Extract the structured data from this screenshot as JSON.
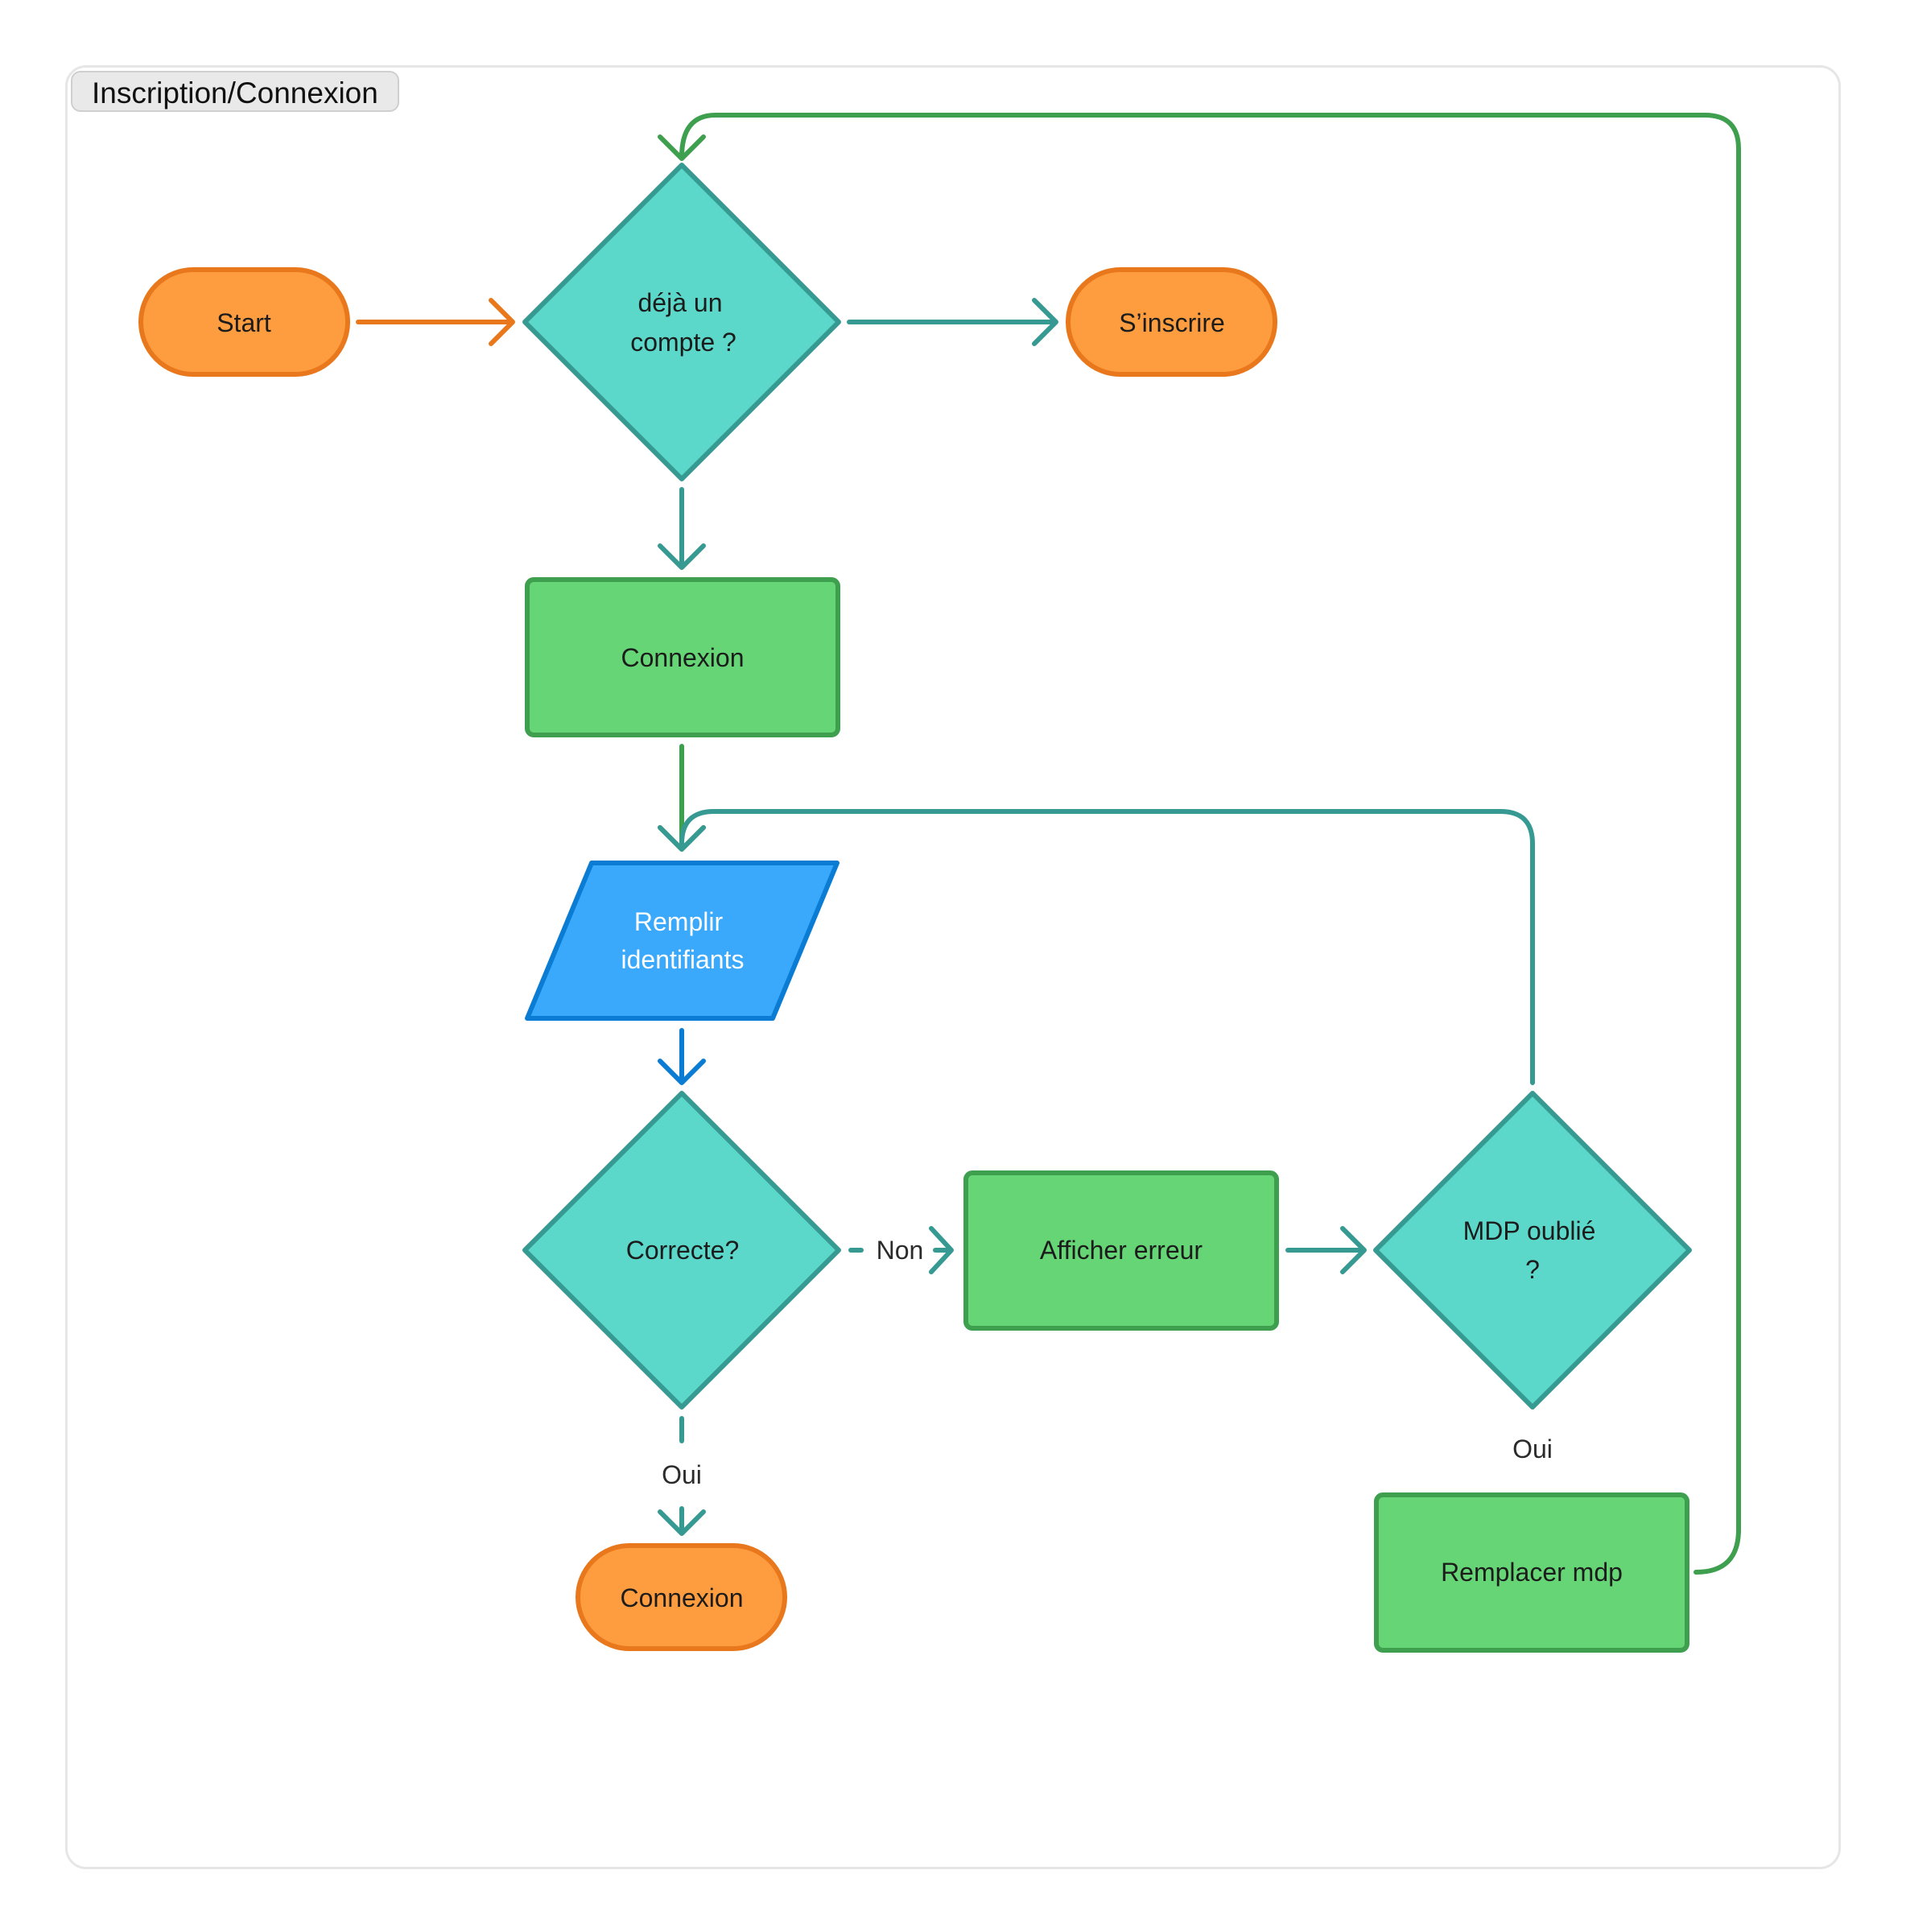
{
  "frame": {
    "title": "Inscription/Connexion"
  },
  "colors": {
    "terminal_fill": "#fd9d3f",
    "terminal_stroke": "#e8781b",
    "decision_fill": "#5bd8ca",
    "decision_stroke": "#379a92",
    "process_fill": "#66d575",
    "process_stroke": "#3e9f4f",
    "io_fill": "#3aa9fb",
    "io_stroke": "#0b7cd3"
  },
  "nodes": {
    "start": "Start",
    "has_account_l1": "déjà un",
    "has_account_l2": "compte ?",
    "sign_up": "S’inscrire",
    "login_process": "Connexion",
    "fill_credentials_l1": "Remplir",
    "fill_credentials_l2": "identifiants",
    "correct": "Correcte?",
    "show_error": "Afficher erreur",
    "forgot_pwd_l1": "MDP oublié",
    "forgot_pwd_l2": "?",
    "login_end": "Connexion",
    "replace_pwd": "Remplacer mdp"
  },
  "edges": {
    "no_label": "Non",
    "yes_label_correct": "Oui",
    "yes_label_forgot": "Oui"
  }
}
